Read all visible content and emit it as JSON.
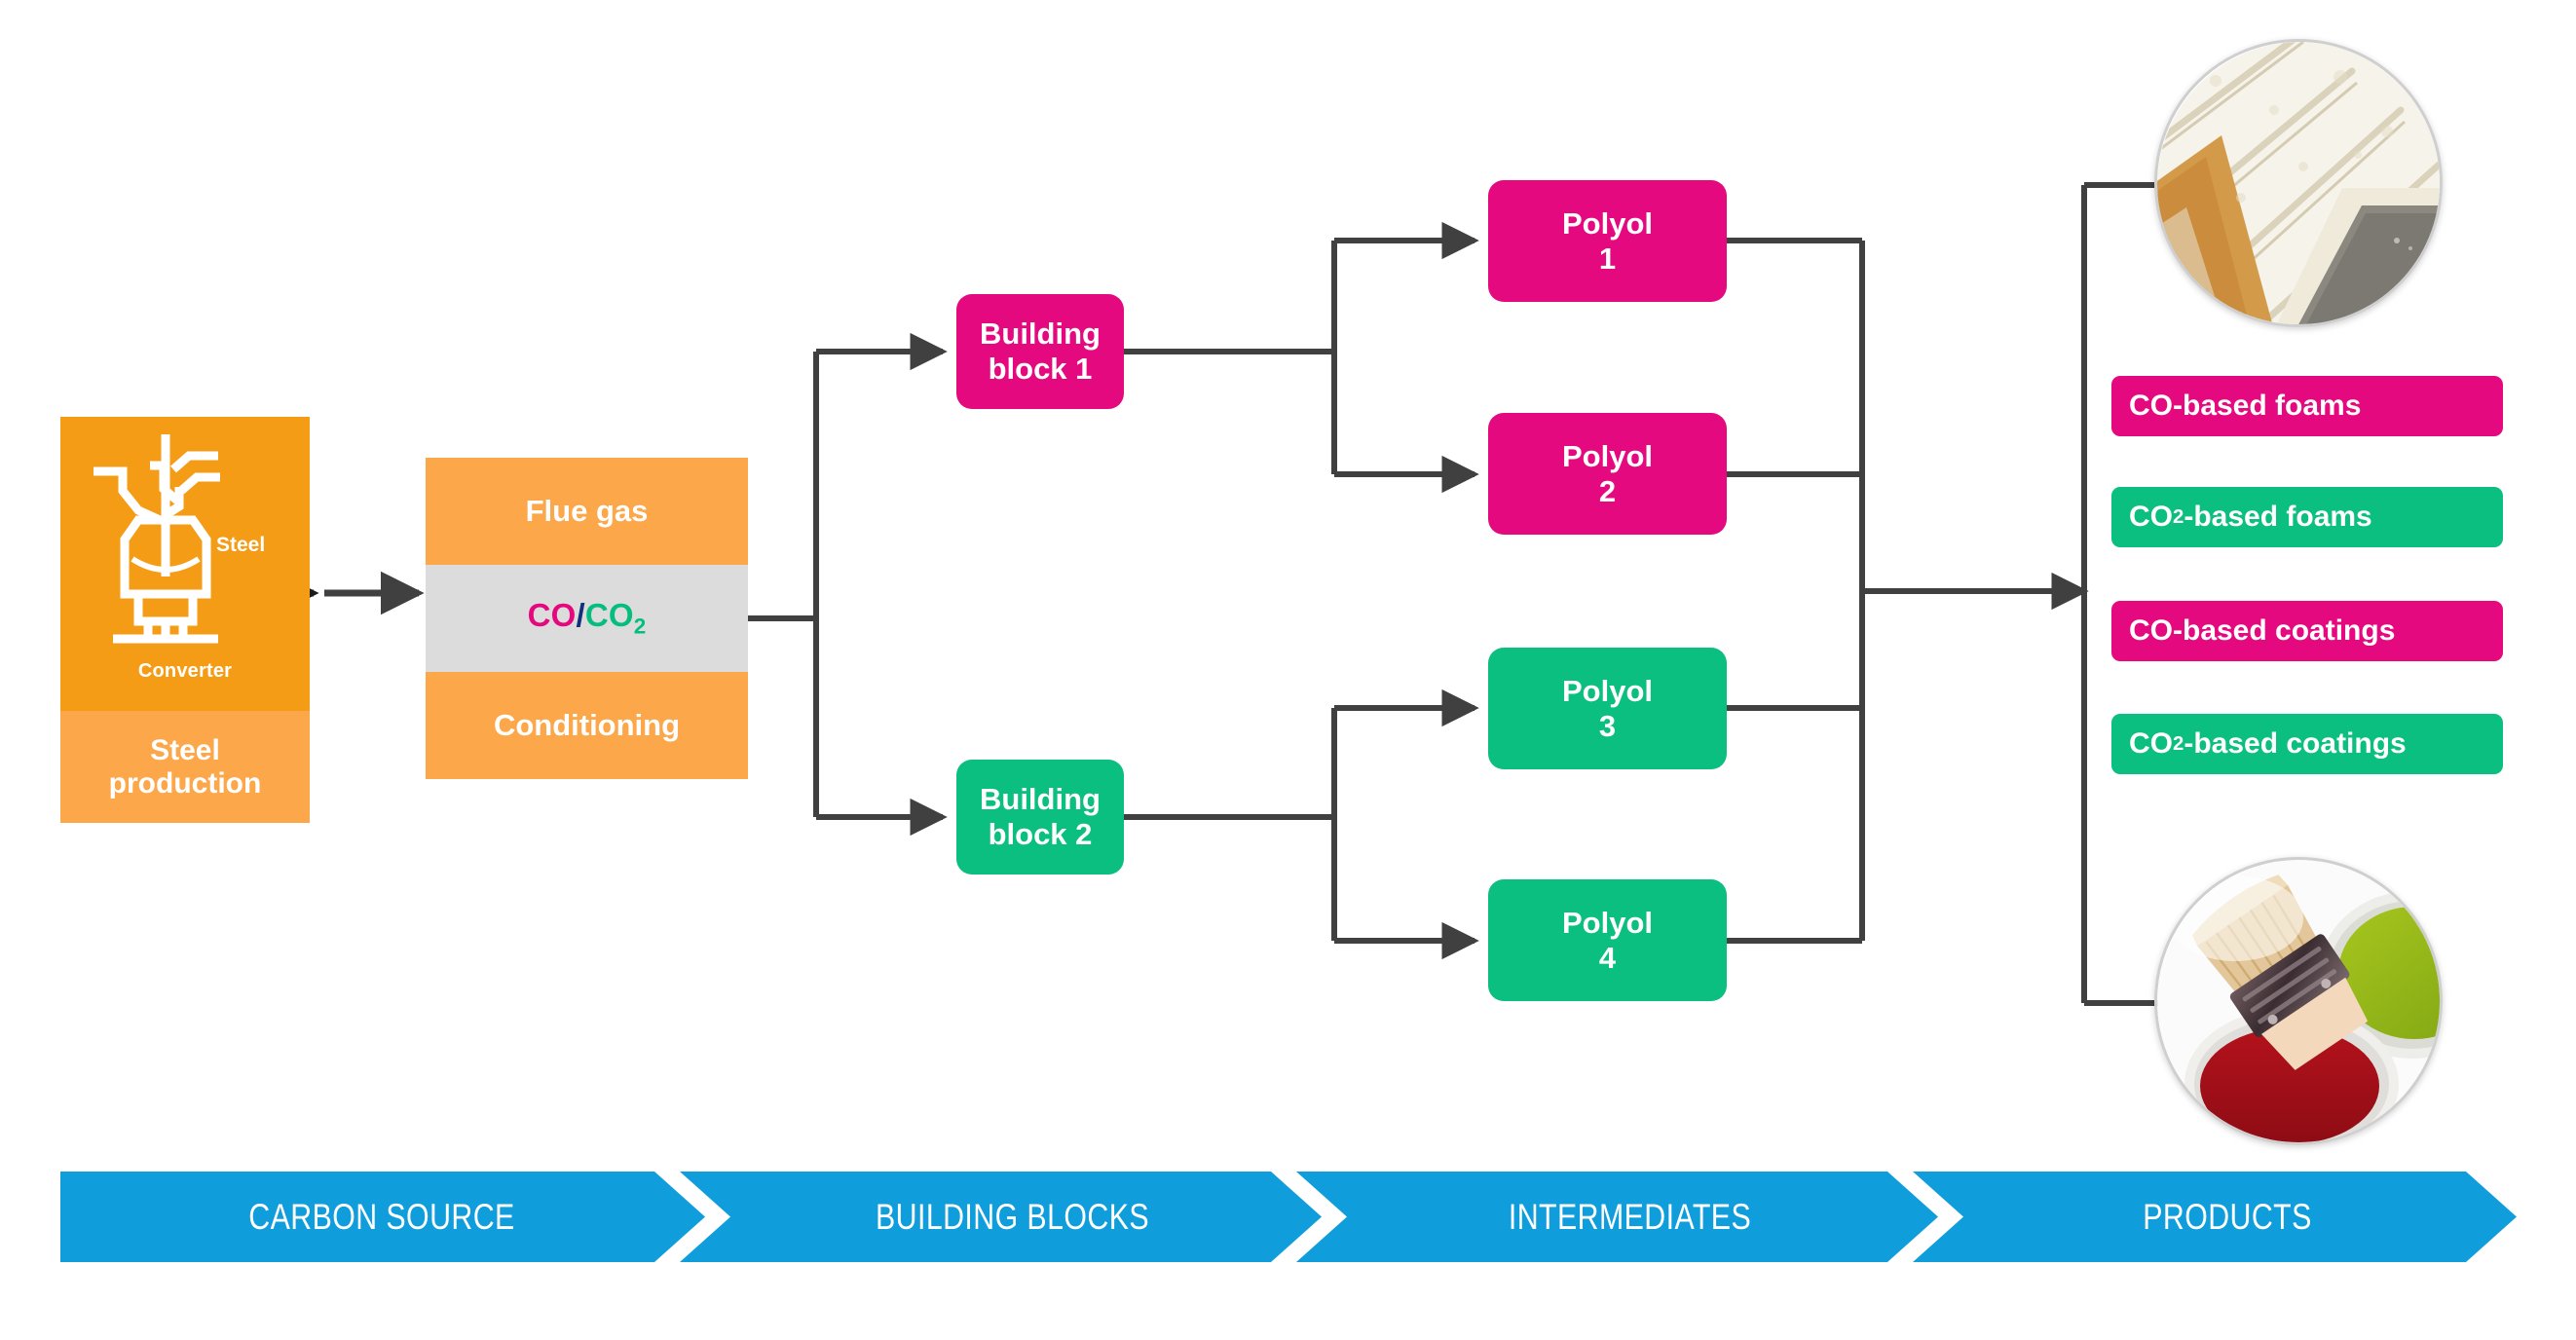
{
  "diagram": {
    "title": "CO/CO2-based value chain from steel production to foams and coatings",
    "colors": {
      "pink": "#E5097F",
      "green": "#0ABF7F",
      "orange_dark": "#F59C17",
      "orange_light": "#FBA74A",
      "grey_band": "#DCDCDC",
      "banner_blue": "#0F9EDB",
      "connector": "#404040",
      "navy_slash": "#11317A"
    }
  },
  "carbon_source": {
    "converter_caption": "Converter",
    "steel_arrow_label": "Steel",
    "steel_production_label": "Steel\nproduction",
    "steel_production_line1": "Steel",
    "steel_production_line2": "production",
    "converter_icon": "steel-converter-icon"
  },
  "flue_gas_stack": {
    "rows": [
      {
        "label": "Flue gas",
        "kind": "flue-gas"
      },
      {
        "label": "CO/CO2",
        "kind": "co-co2"
      },
      {
        "label": "Conditioning",
        "kind": "conditioning"
      }
    ],
    "co_text": "CO",
    "slash_text": "/",
    "co2_text": "CO",
    "co2_subscript": "2"
  },
  "building_blocks": [
    {
      "line1": "Building",
      "line2": "block 1",
      "color": "pink"
    },
    {
      "line1": "Building",
      "line2": "block 2",
      "color": "green"
    }
  ],
  "intermediates": [
    {
      "line1": "Polyol",
      "line2": "1",
      "color": "pink"
    },
    {
      "line1": "Polyol",
      "line2": "2",
      "color": "pink"
    },
    {
      "line1": "Polyol",
      "line2": "3",
      "color": "green"
    },
    {
      "line1": "Polyol",
      "line2": "4",
      "color": "green"
    }
  ],
  "products": {
    "pills": [
      {
        "prefix": "CO",
        "sub": "",
        "suffix": "-based foams",
        "color": "pink"
      },
      {
        "prefix": "CO",
        "sub": "2",
        "suffix": "-based foams",
        "color": "green"
      },
      {
        "prefix": "CO",
        "sub": "",
        "suffix": "-based coatings",
        "color": "pink"
      },
      {
        "prefix": "CO",
        "sub": "2",
        "suffix": "-based coatings",
        "color": "green"
      }
    ],
    "photos": [
      {
        "name": "insulation-foam-photo",
        "alt": "Spray foam insulation between wooden studs"
      },
      {
        "name": "paint-brush-photo",
        "alt": "Paint brush resting on open cans of red and green paint"
      }
    ]
  },
  "stage_banner": {
    "stages": [
      {
        "label": "CARBON SOURCE"
      },
      {
        "label": "BUILDING BLOCKS"
      },
      {
        "label": "INTERMEDIATES"
      },
      {
        "label": "PRODUCTS"
      }
    ]
  }
}
